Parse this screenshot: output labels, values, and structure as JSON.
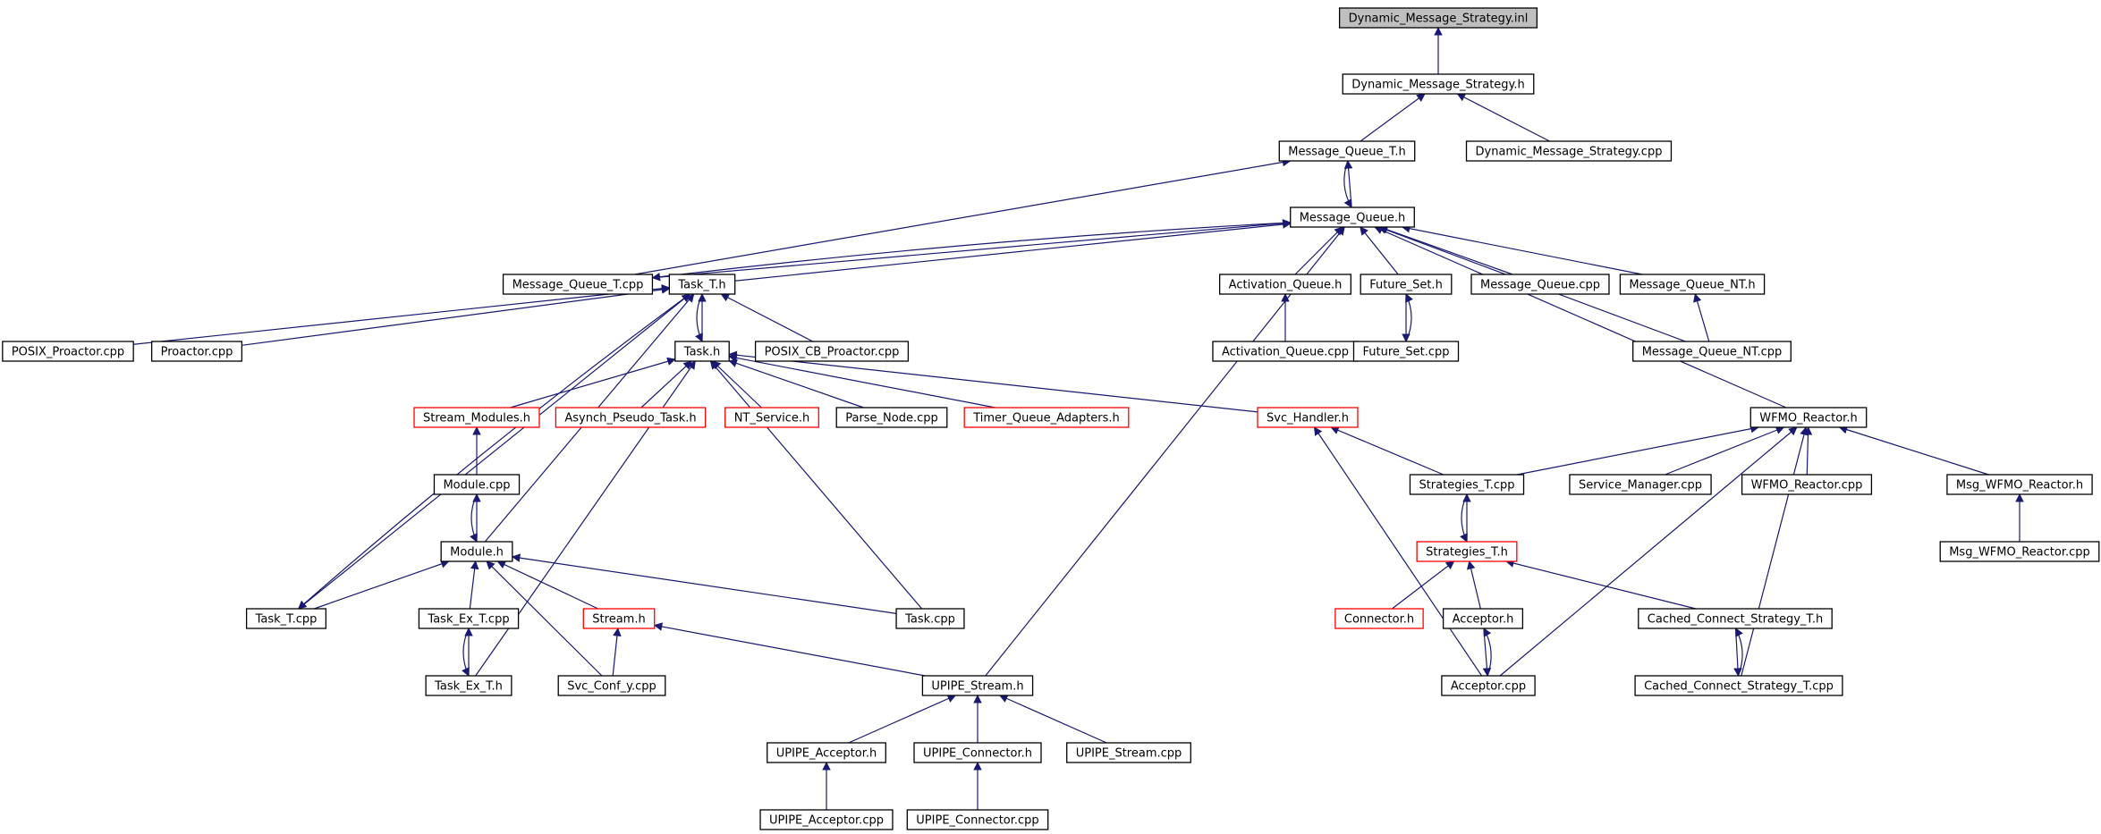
{
  "colors": {
    "edge": "#191970",
    "border_normal": "#000000",
    "border_truncated": "#ff0000",
    "focus_fill": "#bfbfbf",
    "fill": "#ffffff"
  },
  "graph": {
    "nodes": [
      {
        "id": "dms_inl",
        "label": "Dynamic_Message_Strategy.inl",
        "style": "focus"
      },
      {
        "id": "dms_h",
        "label": "Dynamic_Message_Strategy.h",
        "style": "normal"
      },
      {
        "id": "mq_t_h",
        "label": "Message_Queue_T.h",
        "style": "normal"
      },
      {
        "id": "dms_cpp",
        "label": "Dynamic_Message_Strategy.cpp",
        "style": "normal"
      },
      {
        "id": "mq_h",
        "label": "Message_Queue.h",
        "style": "normal"
      },
      {
        "id": "mq_t_cpp",
        "label": "Message_Queue_T.cpp",
        "style": "normal"
      },
      {
        "id": "task_t_h",
        "label": "Task_T.h",
        "style": "normal"
      },
      {
        "id": "act_q_h",
        "label": "Activation_Queue.h",
        "style": "normal"
      },
      {
        "id": "future_set_h",
        "label": "Future_Set.h",
        "style": "normal"
      },
      {
        "id": "mq_cpp",
        "label": "Message_Queue.cpp",
        "style": "normal"
      },
      {
        "id": "mq_nt_h",
        "label": "Message_Queue_NT.h",
        "style": "normal"
      },
      {
        "id": "posix_proactor_cpp",
        "label": "POSIX_Proactor.cpp",
        "style": "normal"
      },
      {
        "id": "proactor_cpp",
        "label": "Proactor.cpp",
        "style": "normal"
      },
      {
        "id": "task_h",
        "label": "Task.h",
        "style": "normal"
      },
      {
        "id": "posix_cb_proactor_cpp",
        "label": "POSIX_CB_Proactor.cpp",
        "style": "normal"
      },
      {
        "id": "act_q_cpp",
        "label": "Activation_Queue.cpp",
        "style": "normal"
      },
      {
        "id": "future_set_cpp",
        "label": "Future_Set.cpp",
        "style": "normal"
      },
      {
        "id": "mq_nt_cpp",
        "label": "Message_Queue_NT.cpp",
        "style": "normal"
      },
      {
        "id": "stream_modules_h",
        "label": "Stream_Modules.h",
        "style": "truncated"
      },
      {
        "id": "asynch_pseudo_task_h",
        "label": "Asynch_Pseudo_Task.h",
        "style": "truncated"
      },
      {
        "id": "nt_service_h",
        "label": "NT_Service.h",
        "style": "truncated"
      },
      {
        "id": "parse_node_cpp",
        "label": "Parse_Node.cpp",
        "style": "normal"
      },
      {
        "id": "timer_queue_adapters_h",
        "label": "Timer_Queue_Adapters.h",
        "style": "truncated"
      },
      {
        "id": "svc_handler_h",
        "label": "Svc_Handler.h",
        "style": "truncated"
      },
      {
        "id": "wfmo_reactor_h",
        "label": "WFMO_Reactor.h",
        "style": "normal"
      },
      {
        "id": "module_cpp",
        "label": "Module.cpp",
        "style": "normal"
      },
      {
        "id": "strategies_t_cpp",
        "label": "Strategies_T.cpp",
        "style": "normal"
      },
      {
        "id": "service_manager_cpp",
        "label": "Service_Manager.cpp",
        "style": "normal"
      },
      {
        "id": "wfmo_reactor_cpp",
        "label": "WFMO_Reactor.cpp",
        "style": "normal"
      },
      {
        "id": "msg_wfmo_reactor_h",
        "label": "Msg_WFMO_Reactor.h",
        "style": "normal"
      },
      {
        "id": "module_h",
        "label": "Module.h",
        "style": "normal"
      },
      {
        "id": "strategies_t_h",
        "label": "Strategies_T.h",
        "style": "truncated"
      },
      {
        "id": "msg_wfmo_reactor_cpp",
        "label": "Msg_WFMO_Reactor.cpp",
        "style": "normal"
      },
      {
        "id": "task_t_cpp",
        "label": "Task_T.cpp",
        "style": "normal"
      },
      {
        "id": "task_ex_t_cpp",
        "label": "Task_Ex_T.cpp",
        "style": "normal"
      },
      {
        "id": "stream_h",
        "label": "Stream.h",
        "style": "truncated"
      },
      {
        "id": "task_cpp",
        "label": "Task.cpp",
        "style": "normal"
      },
      {
        "id": "connector_h",
        "label": "Connector.h",
        "style": "truncated"
      },
      {
        "id": "acceptor_h",
        "label": "Acceptor.h",
        "style": "normal"
      },
      {
        "id": "cached_connect_strategy_t_h",
        "label": "Cached_Connect_Strategy_T.h",
        "style": "normal"
      },
      {
        "id": "task_ex_t_h",
        "label": "Task_Ex_T.h",
        "style": "normal"
      },
      {
        "id": "svc_conf_y_cpp",
        "label": "Svc_Conf_y.cpp",
        "style": "normal"
      },
      {
        "id": "upipe_stream_h",
        "label": "UPIPE_Stream.h",
        "style": "normal"
      },
      {
        "id": "acceptor_cpp",
        "label": "Acceptor.cpp",
        "style": "normal"
      },
      {
        "id": "cached_connect_strategy_t_cpp",
        "label": "Cached_Connect_Strategy_T.cpp",
        "style": "normal"
      },
      {
        "id": "upipe_acceptor_h",
        "label": "UPIPE_Acceptor.h",
        "style": "normal"
      },
      {
        "id": "upipe_connector_h",
        "label": "UPIPE_Connector.h",
        "style": "normal"
      },
      {
        "id": "upipe_stream_cpp",
        "label": "UPIPE_Stream.cpp",
        "style": "normal"
      },
      {
        "id": "upipe_acceptor_cpp",
        "label": "UPIPE_Acceptor.cpp",
        "style": "normal"
      },
      {
        "id": "upipe_connector_cpp",
        "label": "UPIPE_Connector.cpp",
        "style": "normal"
      }
    ],
    "edges": [
      {
        "from": "dms_h",
        "to": "dms_inl"
      },
      {
        "from": "mq_t_h",
        "to": "dms_h"
      },
      {
        "from": "dms_cpp",
        "to": "dms_h"
      },
      {
        "from": "mq_h",
        "to": "mq_t_h"
      },
      {
        "from": "mq_t_h",
        "to": "mq_h"
      },
      {
        "from": "mq_t_cpp",
        "to": "mq_t_h"
      },
      {
        "from": "mq_t_cpp",
        "to": "mq_h"
      },
      {
        "from": "task_t_h",
        "to": "mq_h"
      },
      {
        "from": "act_q_h",
        "to": "mq_h"
      },
      {
        "from": "future_set_h",
        "to": "mq_h"
      },
      {
        "from": "mq_cpp",
        "to": "mq_h"
      },
      {
        "from": "mq_nt_h",
        "to": "mq_h"
      },
      {
        "from": "mq_nt_cpp",
        "to": "mq_h"
      },
      {
        "from": "wfmo_reactor_h",
        "to": "mq_h"
      },
      {
        "from": "upipe_stream_h",
        "to": "mq_h"
      },
      {
        "from": "mq_h",
        "to": "mq_t_cpp"
      },
      {
        "from": "act_q_cpp",
        "to": "act_q_h"
      },
      {
        "from": "future_set_h",
        "to": "future_set_cpp"
      },
      {
        "from": "future_set_cpp",
        "to": "future_set_h"
      },
      {
        "from": "mq_nt_cpp",
        "to": "mq_nt_h"
      },
      {
        "from": "posix_proactor_cpp",
        "to": "task_t_h"
      },
      {
        "from": "proactor_cpp",
        "to": "task_t_h"
      },
      {
        "from": "task_h",
        "to": "task_t_h"
      },
      {
        "from": "task_t_h",
        "to": "task_h"
      },
      {
        "from": "posix_cb_proactor_cpp",
        "to": "task_t_h"
      },
      {
        "from": "module_h",
        "to": "task_t_h"
      },
      {
        "from": "task_t_cpp",
        "to": "task_t_h"
      },
      {
        "from": "task_t_h",
        "to": "task_t_cpp"
      },
      {
        "from": "stream_modules_h",
        "to": "task_h"
      },
      {
        "from": "asynch_pseudo_task_h",
        "to": "task_h"
      },
      {
        "from": "nt_service_h",
        "to": "task_h"
      },
      {
        "from": "parse_node_cpp",
        "to": "task_h"
      },
      {
        "from": "timer_queue_adapters_h",
        "to": "task_h"
      },
      {
        "from": "svc_handler_h",
        "to": "task_h"
      },
      {
        "from": "task_cpp",
        "to": "task_h"
      },
      {
        "from": "task_ex_t_h",
        "to": "task_h"
      },
      {
        "from": "module_cpp",
        "to": "stream_modules_h"
      },
      {
        "from": "module_h",
        "to": "module_cpp"
      },
      {
        "from": "module_cpp",
        "to": "module_h"
      },
      {
        "from": "task_t_cpp",
        "to": "module_h"
      },
      {
        "from": "task_ex_t_cpp",
        "to": "module_h"
      },
      {
        "from": "stream_h",
        "to": "module_h"
      },
      {
        "from": "task_cpp",
        "to": "module_h"
      },
      {
        "from": "svc_conf_y_cpp",
        "to": "module_h"
      },
      {
        "from": "task_ex_t_h",
        "to": "task_ex_t_cpp"
      },
      {
        "from": "task_ex_t_cpp",
        "to": "task_ex_t_h"
      },
      {
        "from": "svc_conf_y_cpp",
        "to": "stream_h"
      },
      {
        "from": "upipe_stream_h",
        "to": "stream_h"
      },
      {
        "from": "strategies_t_cpp",
        "to": "svc_handler_h"
      },
      {
        "from": "acceptor_cpp",
        "to": "svc_handler_h"
      },
      {
        "from": "strategies_t_cpp",
        "to": "wfmo_reactor_h"
      },
      {
        "from": "service_manager_cpp",
        "to": "wfmo_reactor_h"
      },
      {
        "from": "wfmo_reactor_cpp",
        "to": "wfmo_reactor_h"
      },
      {
        "from": "msg_wfmo_reactor_h",
        "to": "wfmo_reactor_h"
      },
      {
        "from": "acceptor_cpp",
        "to": "wfmo_reactor_h"
      },
      {
        "from": "cached_connect_strategy_t_cpp",
        "to": "wfmo_reactor_h"
      },
      {
        "from": "msg_wfmo_reactor_cpp",
        "to": "msg_wfmo_reactor_h"
      },
      {
        "from": "strategies_t_h",
        "to": "strategies_t_cpp"
      },
      {
        "from": "strategies_t_cpp",
        "to": "strategies_t_h"
      },
      {
        "from": "connector_h",
        "to": "strategies_t_h"
      },
      {
        "from": "acceptor_h",
        "to": "strategies_t_h"
      },
      {
        "from": "cached_connect_strategy_t_h",
        "to": "strategies_t_h"
      },
      {
        "from": "acceptor_h",
        "to": "acceptor_cpp"
      },
      {
        "from": "acceptor_cpp",
        "to": "acceptor_h"
      },
      {
        "from": "cached_connect_strategy_t_h",
        "to": "cached_connect_strategy_t_cpp"
      },
      {
        "from": "cached_connect_strategy_t_cpp",
        "to": "cached_connect_strategy_t_h"
      },
      {
        "from": "upipe_acceptor_h",
        "to": "upipe_stream_h"
      },
      {
        "from": "upipe_connector_h",
        "to": "upipe_stream_h"
      },
      {
        "from": "upipe_stream_cpp",
        "to": "upipe_stream_h"
      },
      {
        "from": "upipe_acceptor_cpp",
        "to": "upipe_acceptor_h"
      },
      {
        "from": "upipe_connector_cpp",
        "to": "upipe_connector_h"
      }
    ]
  }
}
